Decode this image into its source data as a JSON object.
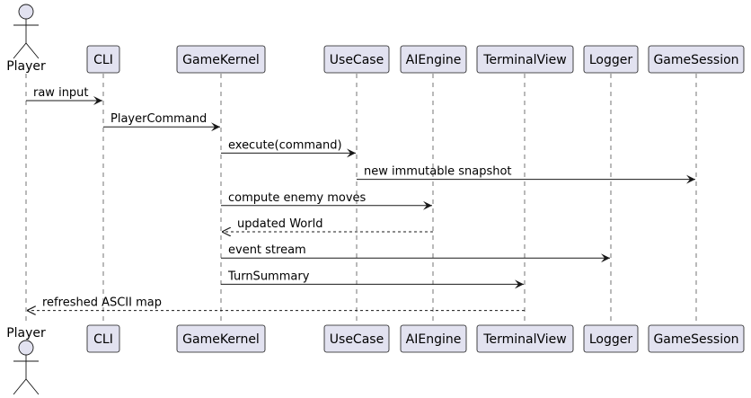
{
  "diagram": {
    "type": "sequence",
    "participants": [
      {
        "id": "player",
        "label": "Player",
        "kind": "actor"
      },
      {
        "id": "cli",
        "label": "CLI",
        "kind": "participant"
      },
      {
        "id": "gamekernel",
        "label": "GameKernel",
        "kind": "participant"
      },
      {
        "id": "usecase",
        "label": "UseCase",
        "kind": "participant"
      },
      {
        "id": "aiengine",
        "label": "AIEngine",
        "kind": "participant"
      },
      {
        "id": "terminalview",
        "label": "TerminalView",
        "kind": "participant"
      },
      {
        "id": "logger",
        "label": "Logger",
        "kind": "participant"
      },
      {
        "id": "gamesession",
        "label": "GameSession",
        "kind": "participant"
      }
    ],
    "messages": [
      {
        "from": "player",
        "to": "cli",
        "label": "raw input",
        "style": "solid"
      },
      {
        "from": "cli",
        "to": "gamekernel",
        "label": "PlayerCommand",
        "style": "solid"
      },
      {
        "from": "gamekernel",
        "to": "usecase",
        "label": "execute(command)",
        "style": "solid"
      },
      {
        "from": "usecase",
        "to": "gamesession",
        "label": "new immutable snapshot",
        "style": "solid"
      },
      {
        "from": "gamekernel",
        "to": "aiengine",
        "label": "compute enemy moves",
        "style": "solid"
      },
      {
        "from": "aiengine",
        "to": "gamekernel",
        "label": "updated World",
        "style": "dashed"
      },
      {
        "from": "gamekernel",
        "to": "logger",
        "label": "event stream",
        "style": "solid"
      },
      {
        "from": "gamekernel",
        "to": "terminalview",
        "label": "TurnSummary",
        "style": "solid"
      },
      {
        "from": "terminalview",
        "to": "player",
        "label": "refreshed ASCII map",
        "style": "dashed"
      }
    ],
    "colors": {
      "participant_fill": "#E2E2F0",
      "line": "#181818",
      "background": "#FFFFFF"
    }
  }
}
